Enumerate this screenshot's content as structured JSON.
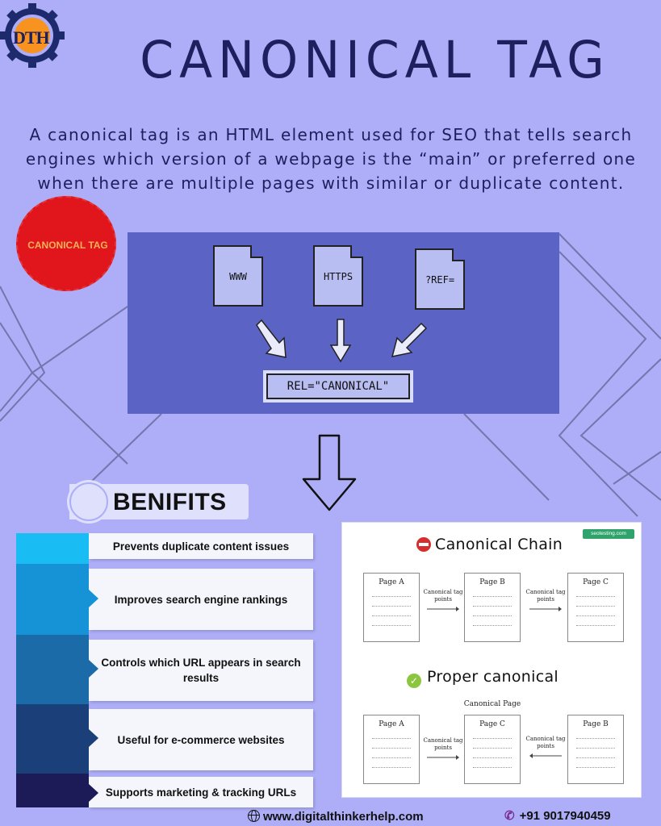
{
  "logo": {
    "text": "DTH",
    "icon": "gear-logo-icon"
  },
  "title": "CANONICAL TAG",
  "intro": "A canonical tag is an HTML element used for SEO that tells search engines which version of a webpage is the “main” or preferred one when there are multiple pages with similar or duplicate content.",
  "badge": "CANONICAL TAG",
  "diagram": {
    "docs": [
      "WWW",
      "HTTPS",
      "?REF="
    ],
    "rel": "REL=\"CANONICAL\""
  },
  "benefits": {
    "title": "BENIFITS",
    "items": [
      {
        "label": "Prevents duplicate content issues",
        "color": "#19bdf3"
      },
      {
        "label": "Improves search engine rankings",
        "color": "#1693d6"
      },
      {
        "label": "Controls which URL appears in search results",
        "color": "#1a6ba8"
      },
      {
        "label": "Useful for e-commerce websites",
        "color": "#1a3f79"
      },
      {
        "label": "Supports marketing & tracking URLs",
        "color": "#1c1b57"
      }
    ]
  },
  "panel": {
    "source": "seotesting.com",
    "chain": {
      "title": "Canonical Chain",
      "pages": [
        "Page A",
        "Page B",
        "Page C"
      ],
      "pointer_label": "Canonical tag points"
    },
    "proper": {
      "title": "Proper canonical",
      "canonical_label": "Canonical Page",
      "pages": [
        "Page A",
        "Page C",
        "Page B"
      ],
      "pointer_label": "Canonical tag points"
    }
  },
  "footer": {
    "website": "www.digitalthinkerhelp.com",
    "phone": "+91 9017940459"
  }
}
